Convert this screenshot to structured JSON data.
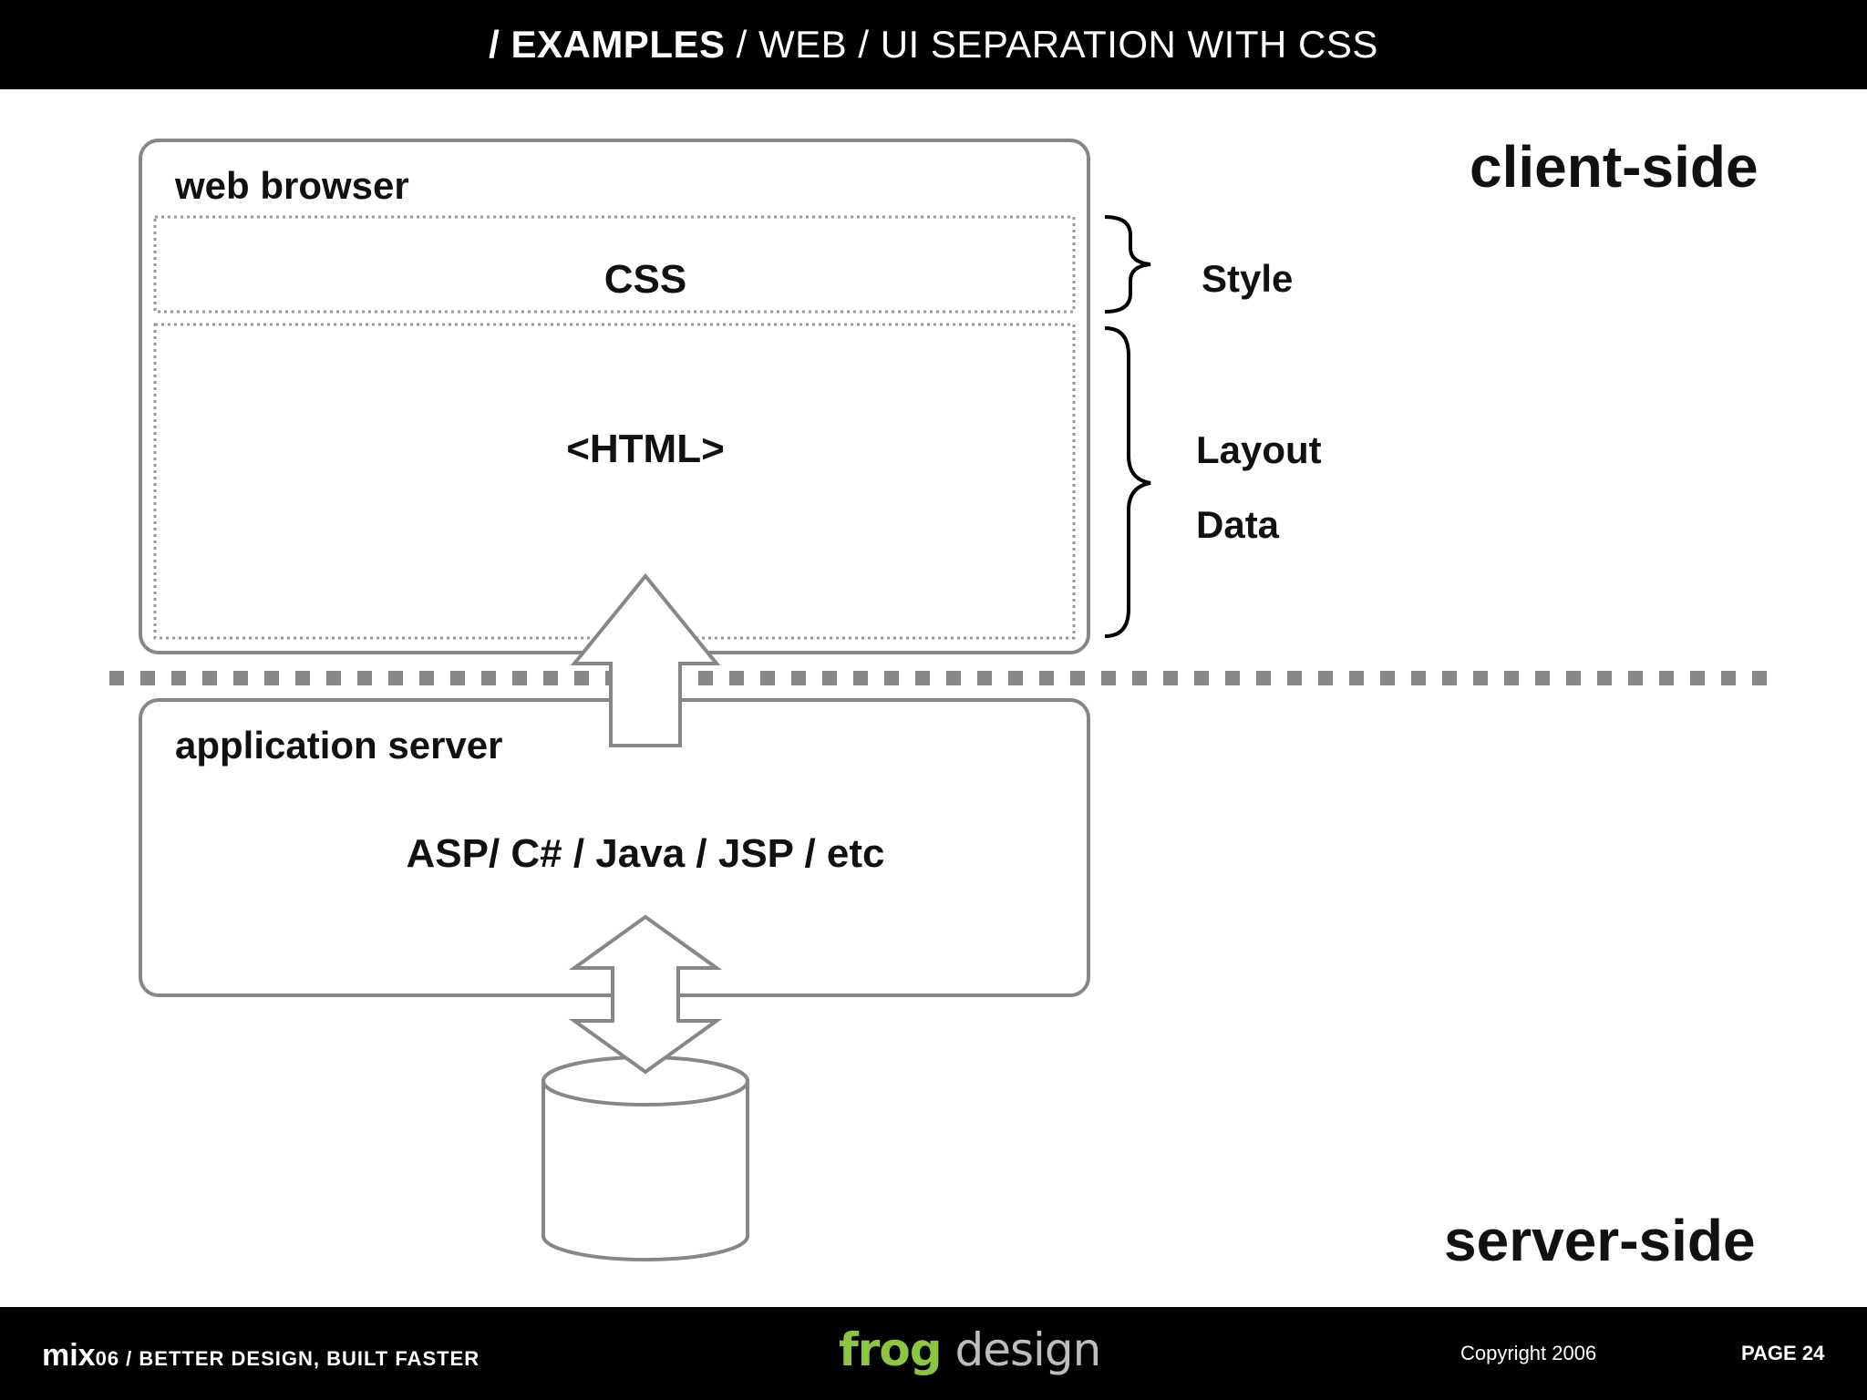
{
  "header": {
    "title_bold": "/ EXAMPLES",
    "title_rest": " / WEB / UI SEPARATION WITH CSS"
  },
  "diagram": {
    "web_browser_title": "web browser",
    "css_label": "CSS",
    "html_label": "<HTML>",
    "style_label": "Style",
    "layout_label": "Layout",
    "data_label": "Data",
    "client_side_label": "client-side",
    "app_server_title": "application server",
    "app_server_tech": "ASP/ C# / Java / JSP / etc",
    "server_side_label": "server-side"
  },
  "colors": {
    "box_stroke": "#878787",
    "header_bg": "#000000",
    "brand_green": "#8cc63f"
  },
  "footer": {
    "mix": "mix",
    "mix_suffix": "06 / BETTER DESIGN, BUILT FASTER",
    "logo_frog": "frog",
    "logo_design": " design",
    "copyright": "Copyright 2006",
    "page": "PAGE 24"
  }
}
